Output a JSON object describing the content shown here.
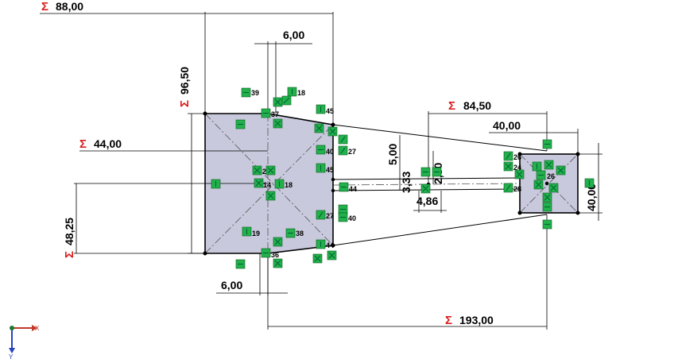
{
  "dimensions": {
    "total_width": {
      "value": "88,00",
      "driven": true
    },
    "left_height": {
      "value": "96,50",
      "driven": true
    },
    "top_offset": {
      "value": "6,00",
      "driven": false
    },
    "bottom_offset": {
      "value": "6,00",
      "driven": false
    },
    "left_half": {
      "value": "44,00",
      "driven": true
    },
    "left_mid": {
      "value": "48,25",
      "driven": true
    },
    "right_offset": {
      "value": "84,50",
      "driven": true
    },
    "right_width": {
      "value": "40,00",
      "driven": false
    },
    "right_height": {
      "value": "40,00",
      "driven": false
    },
    "slot_height": {
      "value": "5,00",
      "driven": false
    },
    "slot_a": {
      "value": "3,33",
      "driven": false
    },
    "slot_b": {
      "value": "2,50",
      "driven": false
    },
    "slot_width": {
      "value": "4,86",
      "driven": false
    },
    "overall": {
      "value": "193,00",
      "driven": true
    }
  },
  "sigma_symbol": "Σ",
  "relations": {
    "r39": "39",
    "r18a": "18",
    "r37": "37",
    "r45a": "45",
    "r40a": "40",
    "r27a": "27",
    "r45b": "45",
    "r2": "2",
    "r14": "14",
    "r18b": "18",
    "r44": "44",
    "r27b": "27",
    "r40b": "40",
    "r19": "19",
    "r38": "38",
    "r36": "36",
    "r44b": "44",
    "r26a": "26",
    "r24": "24",
    "r26b": "26",
    "r28": "28"
  },
  "triad": {
    "x_label": "X",
    "y_label": "Y"
  },
  "colors": {
    "sketch_fill": "#c8c9dc",
    "relation_badge": "#22b14c",
    "driven_dim": "#d81e1e",
    "triad_x": "#c0392b",
    "triad_y": "#2743c2"
  }
}
